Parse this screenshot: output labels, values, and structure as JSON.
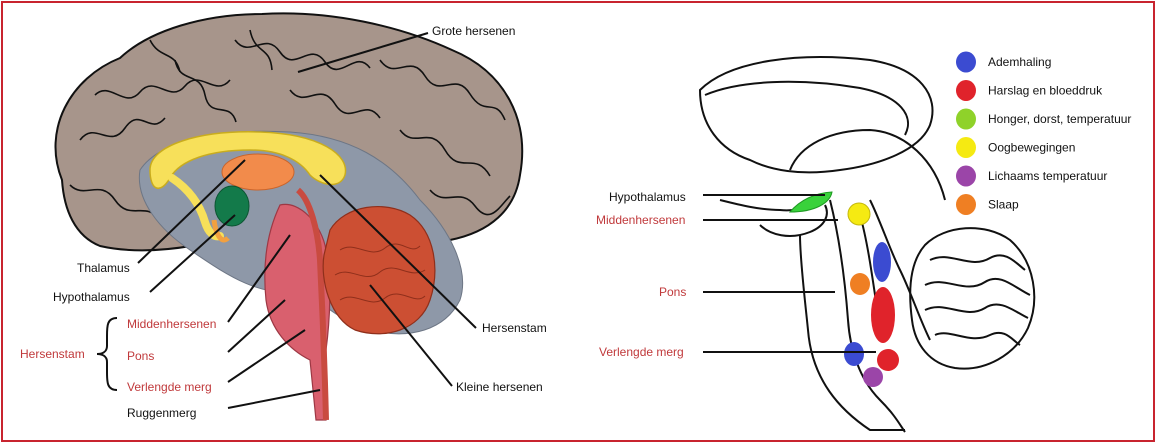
{
  "colors": {
    "frame": "#c8242f",
    "label_red": "#c0393b",
    "label_black": "#111111",
    "cortex": "#a7958b",
    "cortex_dark": "#8e7b72",
    "inner_gray": "#8e98a8",
    "corpus_callosum": "#f7e05a",
    "thalamus": "#f28b4b",
    "hypothalamus": "#137a4a",
    "brainstem": "#d9606e",
    "cerebellum": "#cc4f33"
  },
  "left_diagram": {
    "labels": {
      "cerebrum": "Grote hersenen",
      "thalamus": "Thalamus",
      "hypothalamus": "Hypothalamus",
      "brainstem_group": "Hersenstam",
      "midbrain": "Middenhersenen",
      "pons": "Pons",
      "medulla": "Verlengde merg",
      "spinal_cord": "Ruggenmerg",
      "brainstem_right": "Hersenstam",
      "cerebellum": "Kleine hersenen"
    }
  },
  "right_diagram": {
    "labels": {
      "hypothalamus": "Hypothalamus",
      "midbrain": "Middenhersenen",
      "pons": "Pons",
      "medulla": "Verlengde merg"
    },
    "legend": [
      {
        "label": "Ademhaling",
        "color": "#3b4bd1",
        "icon": "blue-dot"
      },
      {
        "label": "Harslag en bloeddruk",
        "color": "#e0232b",
        "icon": "red-dot"
      },
      {
        "label": "Honger, dorst, temperatuur",
        "color": "#8fd22a",
        "icon": "green-dot"
      },
      {
        "label": "Oogbewegingen",
        "color": "#f5ea12",
        "icon": "yellow-dot"
      },
      {
        "label": "Lichaams temperatuur",
        "color": "#9b45a8",
        "icon": "purple-dot"
      },
      {
        "label": "Slaap",
        "color": "#ef7f23",
        "icon": "orange-dot"
      }
    ]
  }
}
